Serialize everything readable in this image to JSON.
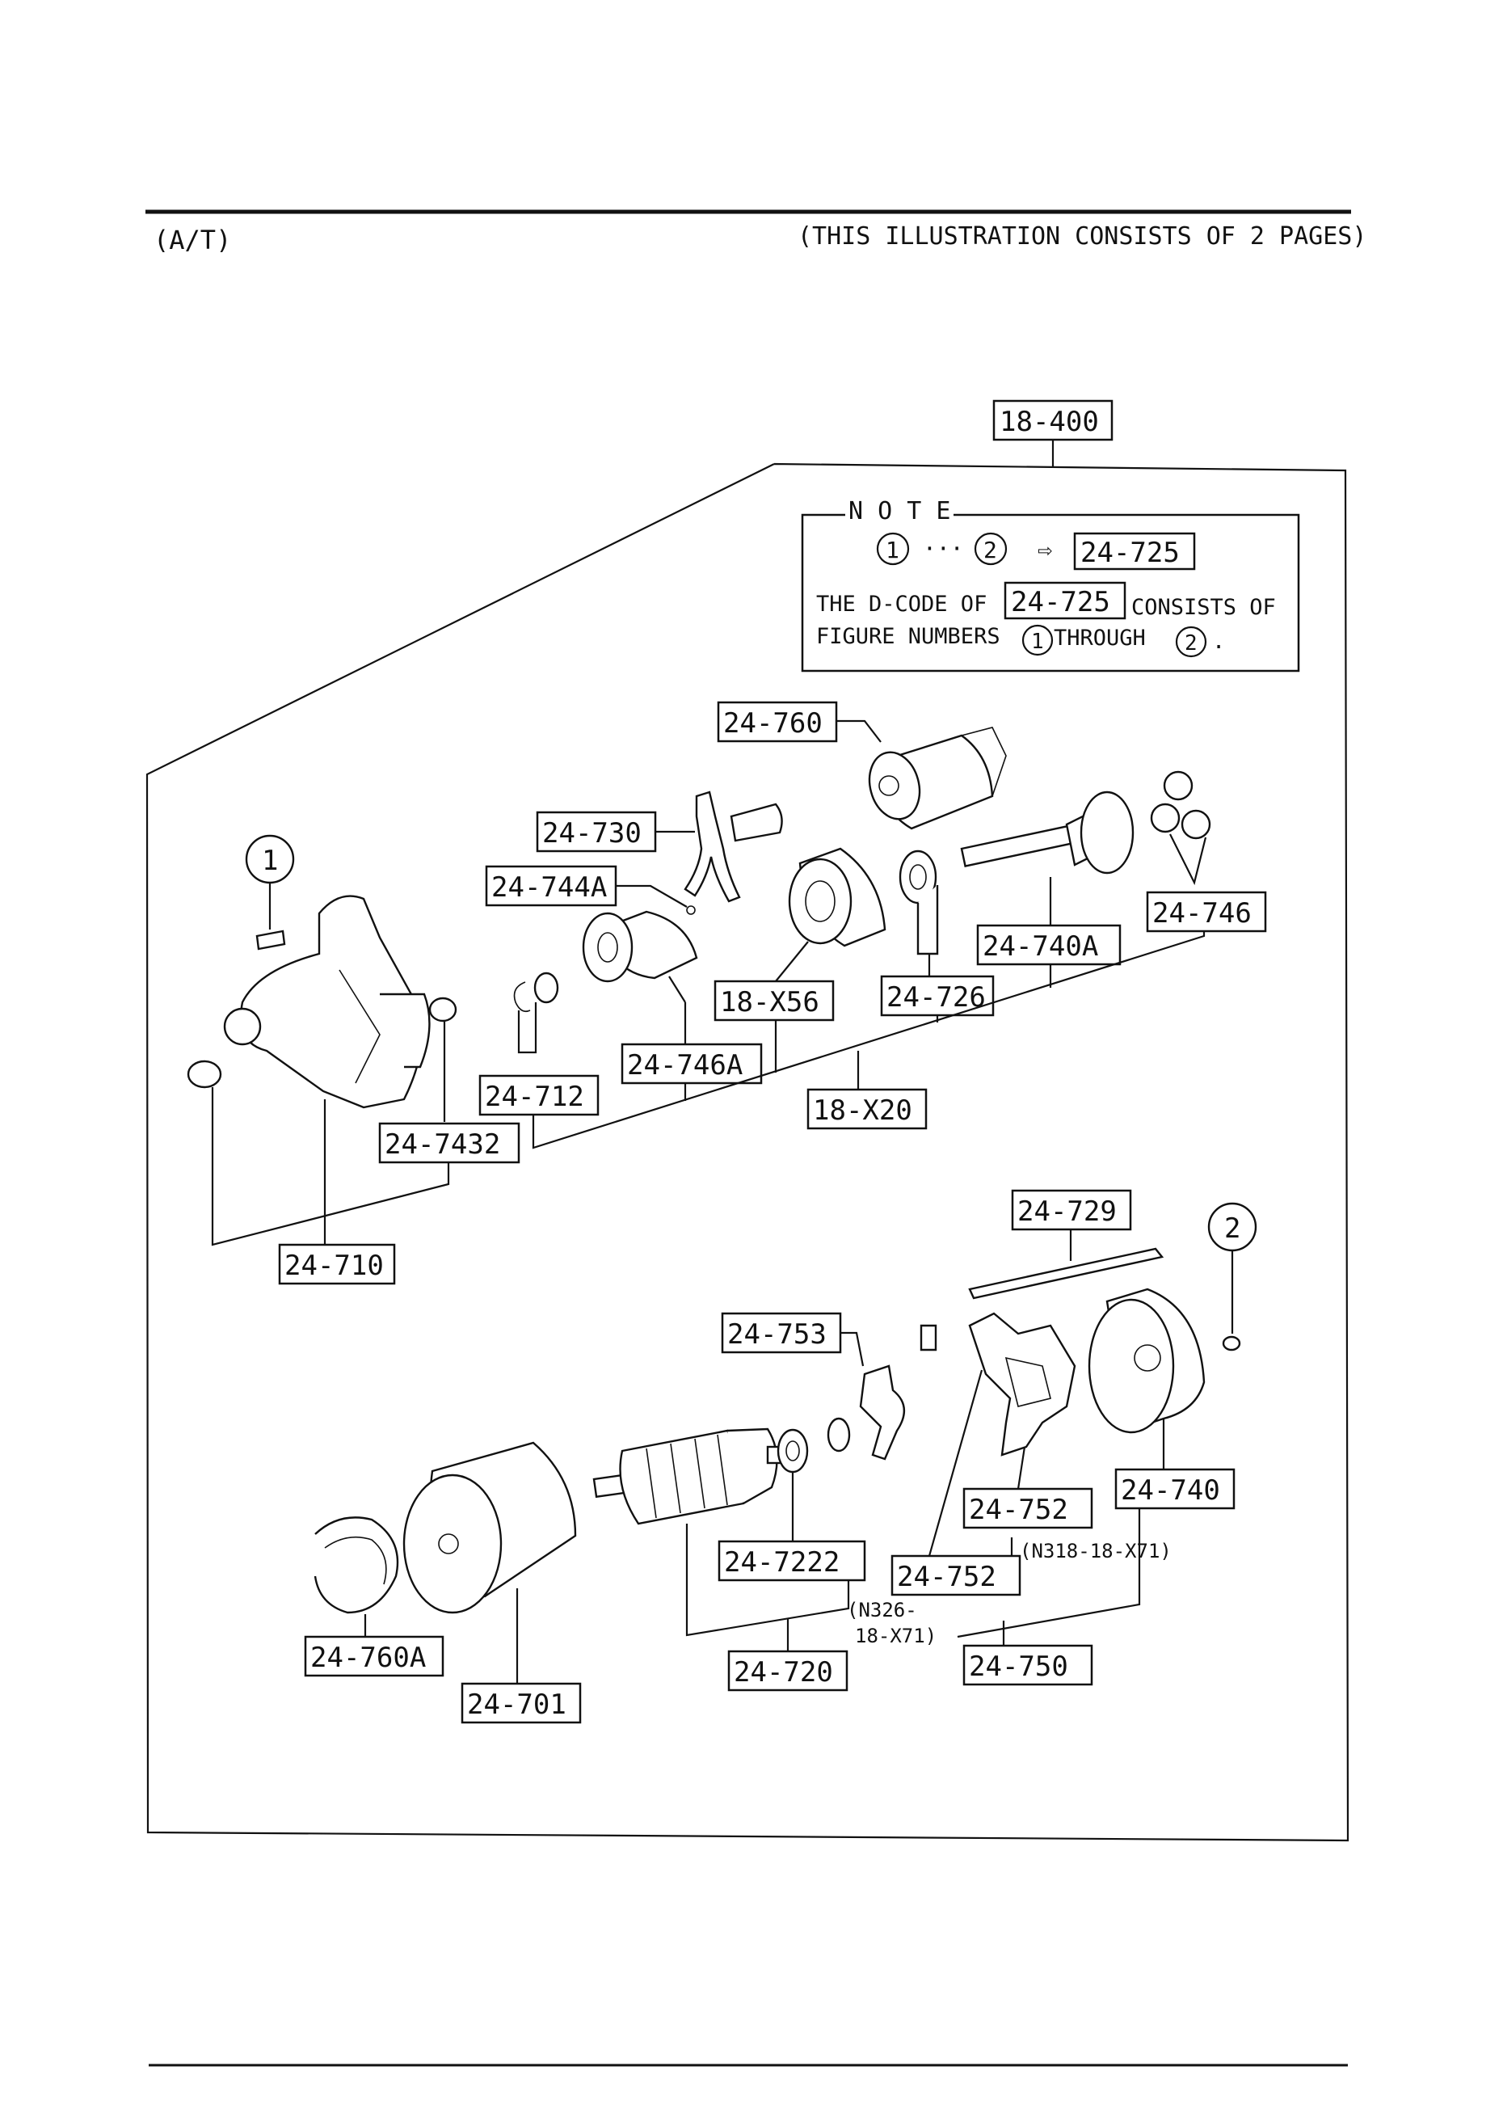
{
  "header": {
    "transmission": "(A/T)",
    "pages_note": "(THIS ILLUSTRATION CONSISTS OF  2 PAGES)"
  },
  "assembly_code": "18-400",
  "note": {
    "title": "N O T E",
    "ref_1": "1",
    "dots": "···",
    "ref_2": "2",
    "arrow": "⇨",
    "target_code": "24-725",
    "line1_a": "THE D-CODE OF",
    "line1_code": "24-725",
    "line1_b": "CONSISTS OF",
    "line2_a": "FIGURE NUMBERS",
    "line2_ref1": "1",
    "line2_b": "THROUGH",
    "line2_ref2": "2",
    "line2_end": "."
  },
  "callouts": {
    "c1": "1",
    "c2": "2"
  },
  "parts": {
    "p760": "24-760",
    "p730": "24-730",
    "p744A": "24-744A",
    "p746": "24-746",
    "p740A": "24-740A",
    "pX56": "18-X56",
    "p726": "24-726",
    "p746A": "24-746A",
    "p712": "24-712",
    "pX20": "18-X20",
    "p7432": "24-7432",
    "p710": "24-710",
    "p729": "24-729",
    "p753": "24-753",
    "p752a": "24-752",
    "p740": "24-740",
    "p752b": "24-752",
    "p7222": "24-7222",
    "p760A": "24-760A",
    "p720": "24-720",
    "p750": "24-750",
    "p701": "24-701"
  },
  "subnotes": {
    "n318": "(N318-18-X71)",
    "n326_a": "(N326-",
    "n326_b": "18-X71)"
  }
}
